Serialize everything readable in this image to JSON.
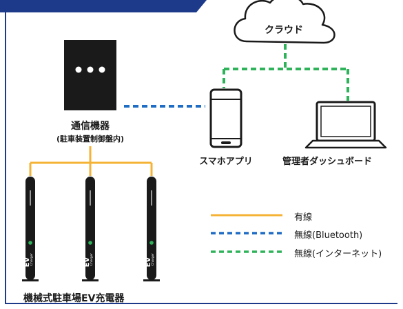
{
  "cloud": {
    "label": "クラウド"
  },
  "comm_device": {
    "label": "通信機器",
    "sublabel": "(駐車装置制御盤内)"
  },
  "smartphone": {
    "label": "スマホアプリ"
  },
  "laptop": {
    "label": "管理者ダッシュボード"
  },
  "chargers": {
    "label": "機械式駐車場EV充電器",
    "units": [
      {
        "badge": "EV",
        "brand": "Charger"
      },
      {
        "badge": "EV",
        "brand": "Charger"
      },
      {
        "badge": "EV",
        "brand": "Charger"
      }
    ]
  },
  "legend": [
    {
      "label": "有線",
      "style": "solid",
      "color": "#f5b335"
    },
    {
      "label": "無線(Bluetooth)",
      "style": "dashed",
      "color": "#1f6cc4"
    },
    {
      "label": "無線(インターネット)",
      "style": "dashed",
      "color": "#2fb35a"
    }
  ],
  "colors": {
    "frame": "#1d3a8a",
    "wired": "#f5b335",
    "bluetooth": "#1f6cc4",
    "internet": "#2fb35a",
    "device": "#1a1a1a"
  }
}
